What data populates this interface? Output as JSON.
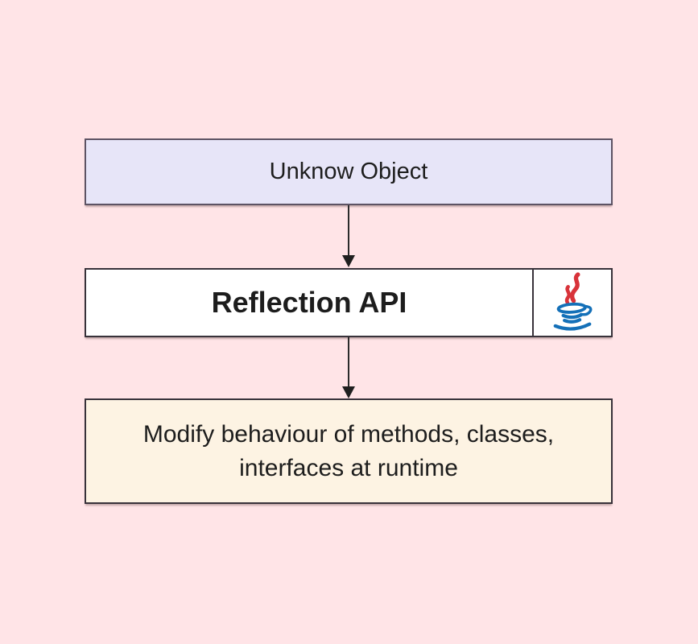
{
  "diagram": {
    "type": "flowchart",
    "background_color": "#ffe4e7",
    "nodes": {
      "unknown_object": {
        "label": "Unknow Object",
        "fill": "#e7e5f8",
        "border_color": "#5d5364"
      },
      "reflection_api": {
        "label": "Reflection API",
        "fill": "#ffffff",
        "border_color": "#38323a",
        "icon": "java-logo"
      },
      "modify_behaviour": {
        "label": "Modify behaviour of methods, classes, interfaces at runtime",
        "lines": [
          "Modify behaviour of methods, classes,",
          "interfaces at runtime"
        ],
        "fill": "#fdf3e3",
        "border_color": "#38323a"
      }
    },
    "edges": [
      {
        "from": "unknown_object",
        "to": "reflection_api",
        "style": "arrow-down"
      },
      {
        "from": "reflection_api",
        "to": "modify_behaviour",
        "style": "arrow-down"
      }
    ],
    "colors": {
      "arrow": "#2b2b2b",
      "text": "#1d1d1d",
      "java_logo_red": "#d8333a",
      "java_logo_blue": "#1470b8"
    }
  }
}
